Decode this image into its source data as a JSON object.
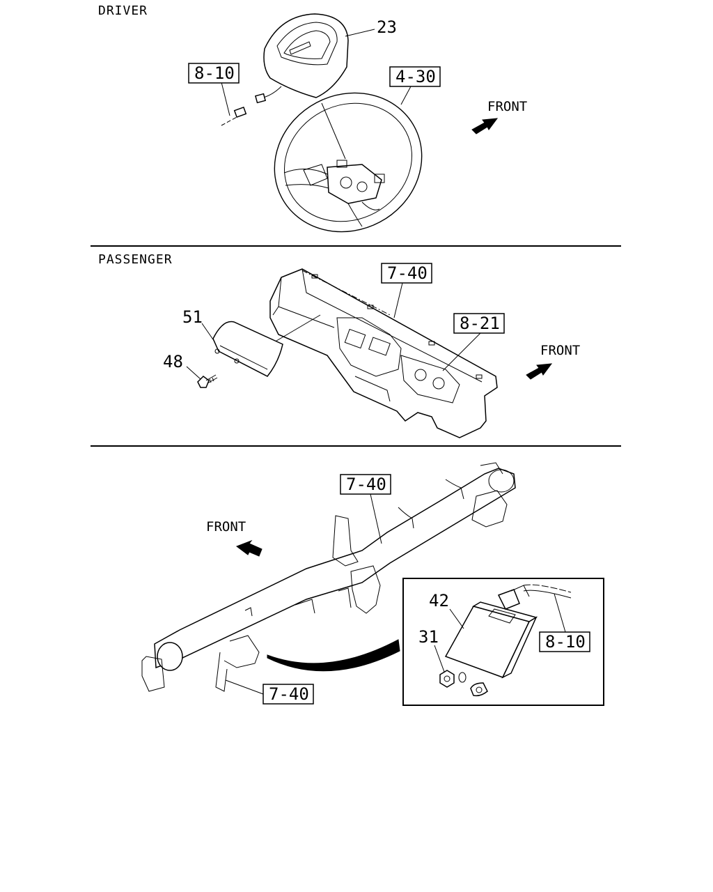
{
  "sections": {
    "driver": "DRIVER",
    "passenger": "PASSENGER"
  },
  "front_label": "FRONT",
  "references": {
    "driver_connector": "8-10",
    "steering_wheel": "4-30",
    "instrument_panel": "7-40",
    "cluster": "8-21",
    "cross_beam": "7-40",
    "bracket": "7-40",
    "sensor_connector": "8-10"
  },
  "parts": {
    "driver_airbag": "23",
    "passenger_airbag": "51",
    "bolt": "48",
    "sensor_module": "42",
    "nut": "31"
  },
  "icons": [
    "front-arrow-icon"
  ]
}
